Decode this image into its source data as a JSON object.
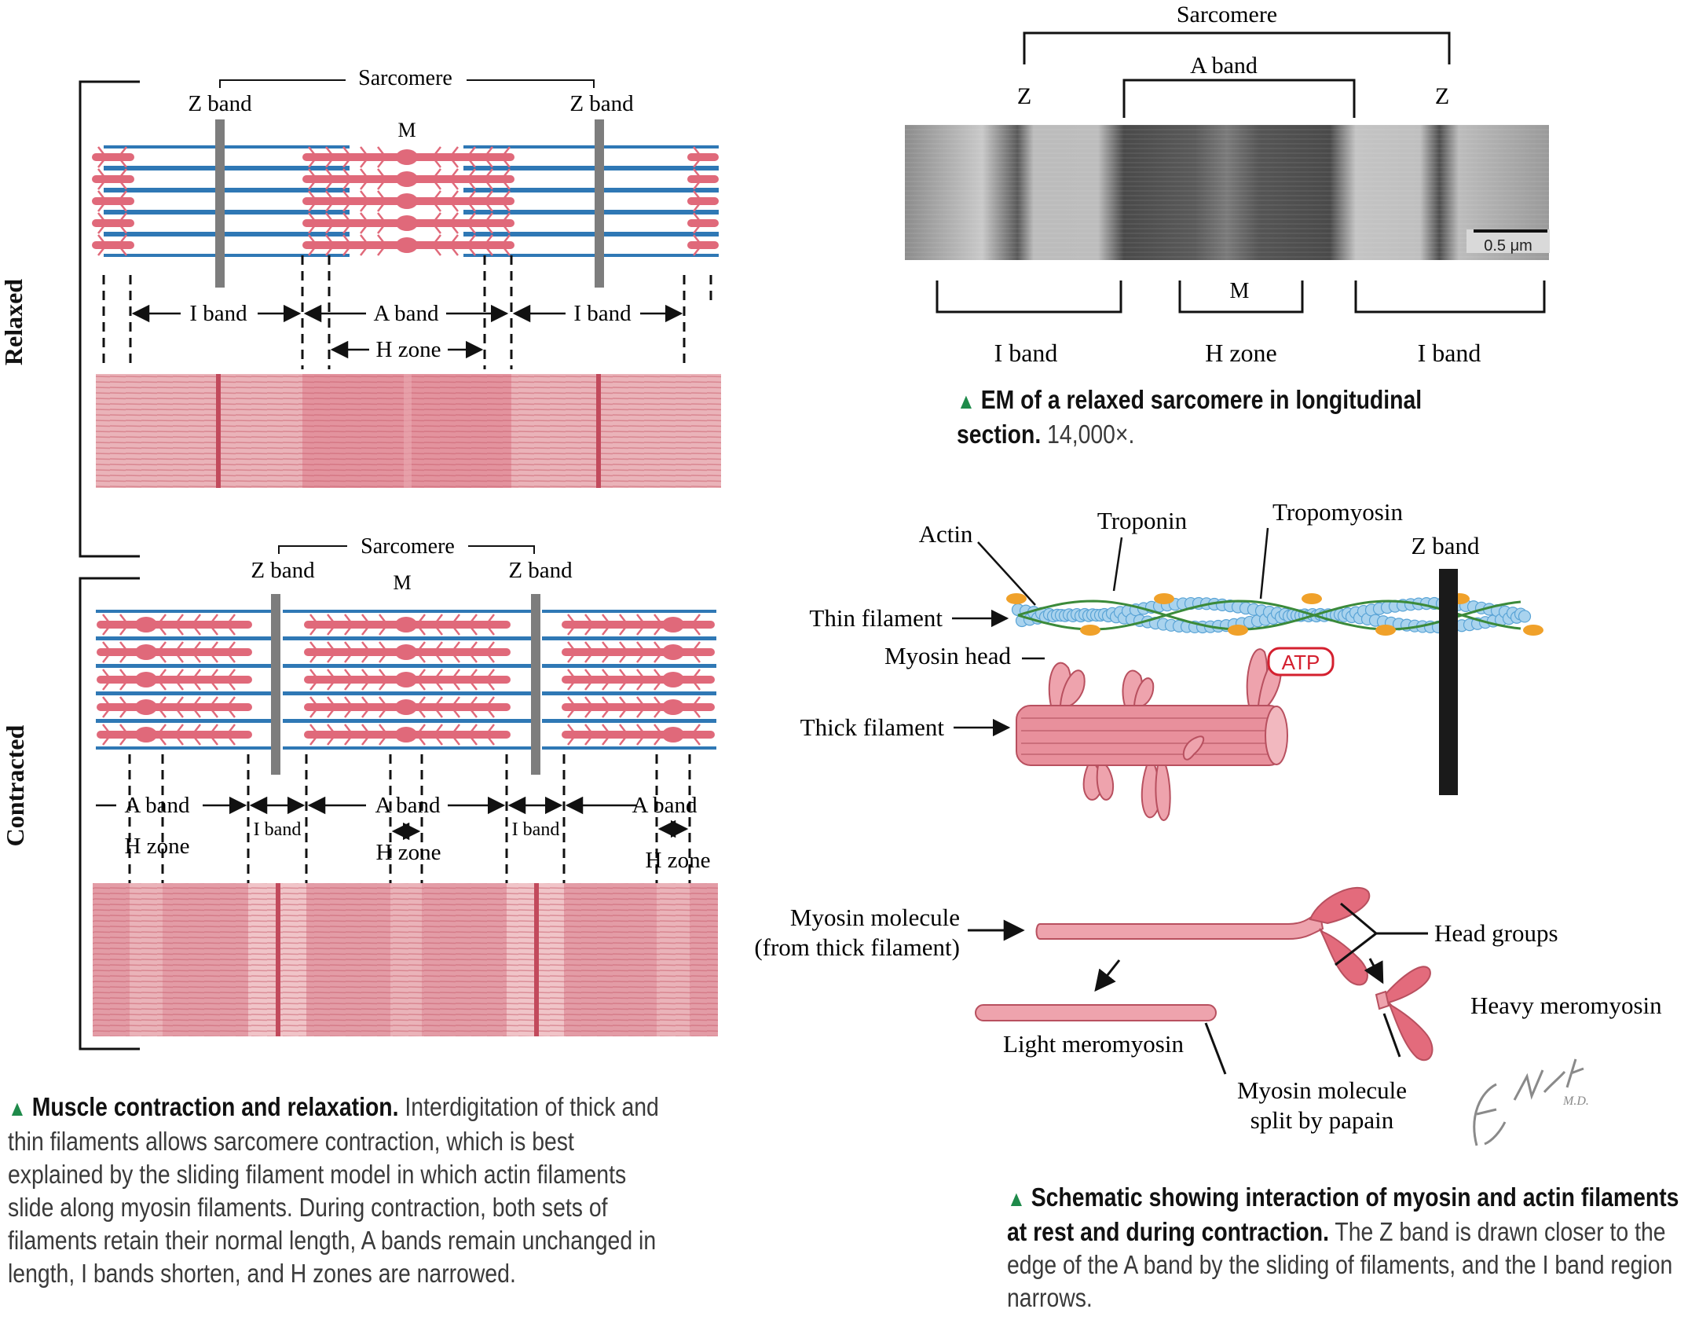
{
  "left_panel": {
    "relaxed": {
      "state_label": "Relaxed",
      "sarcomere": "Sarcomere",
      "z_band_left": "Z band",
      "z_band_right": "Z band",
      "m_line": "M",
      "i_band_left": "I band",
      "a_band": "A band",
      "i_band_right": "I band",
      "h_zone": "H zone"
    },
    "contracted": {
      "state_label": "Contracted",
      "sarcomere": "Sarcomere",
      "z_band_left": "Z band",
      "z_band_right": "Z band",
      "m_line": "M",
      "a_band_left": "A band",
      "h_zone_left": "H zone",
      "i_band_left": "I band",
      "a_band_center": "A band",
      "h_zone_center": "H zone",
      "i_band_right": "I band",
      "a_band_right": "A band",
      "h_zone_right": "H zone"
    },
    "caption": {
      "title": "Muscle contraction and relaxation.",
      "body": "Interdigitation of thick and thin filaments allows sarcomere contraction, which is best explained by the sliding filament model in which actin filaments slide along myosin filaments. During contraction, both sets of filaments retain their normal length, A bands remain unchanged in length, I bands shorten, and H zones are narrowed."
    }
  },
  "em_panel": {
    "sarcomere": "Sarcomere",
    "a_band": "A band",
    "z_left": "Z",
    "z_right": "Z",
    "scale_bar": "0.5 μm",
    "m_line": "M",
    "i_band_left": "I band",
    "h_zone": "H zone",
    "i_band_right": "I band",
    "caption": {
      "title": "EM of a relaxed sarcomere in longitudinal section.",
      "body": "14,000×."
    }
  },
  "schematic_panel": {
    "actin": "Actin",
    "troponin": "Troponin",
    "tropomyosin": "Tropomyosin",
    "z_band": "Z band",
    "thin_filament": "Thin filament",
    "myosin_head": "Myosin head",
    "atp": "ATP",
    "thick_filament": "Thick filament",
    "myosin_molecule": "Myosin molecule",
    "from_thick": "(from thick filament)",
    "head_groups": "Head groups",
    "heavy_meromyosin": "Heavy meromyosin",
    "light_meromyosin": "Light meromyosin",
    "split_line1": "Myosin molecule",
    "split_line2": "split by papain",
    "signature": "F. Netter M.D.",
    "caption": {
      "title": "Schematic showing interaction of myosin and actin filaments at rest and during contraction.",
      "body": "The Z band is drawn closer to the edge of the A band by the sliding of filaments, and the I band region narrows."
    }
  },
  "colors": {
    "actin_blue": "#2f78b5",
    "myosin_pink": "#e0697a",
    "z_gray": "#7d7d7d",
    "muscle_pink": "#e9a9b0",
    "accent_green": "#1e8a4a"
  }
}
